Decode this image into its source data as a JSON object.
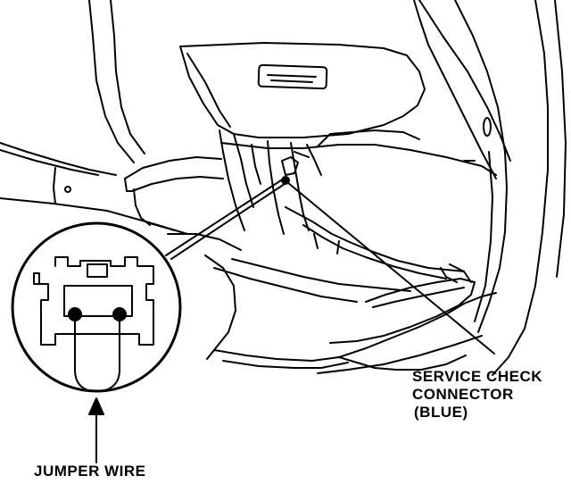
{
  "labels": {
    "service_check_line1": "SERVICE CHECK",
    "service_check_line2": "CONNECTOR",
    "service_check_line3": "(BLUE)",
    "jumper_wire": "JUMPER WIRE"
  },
  "colors": {
    "ink": "#000000",
    "paper": "#ffffff"
  }
}
